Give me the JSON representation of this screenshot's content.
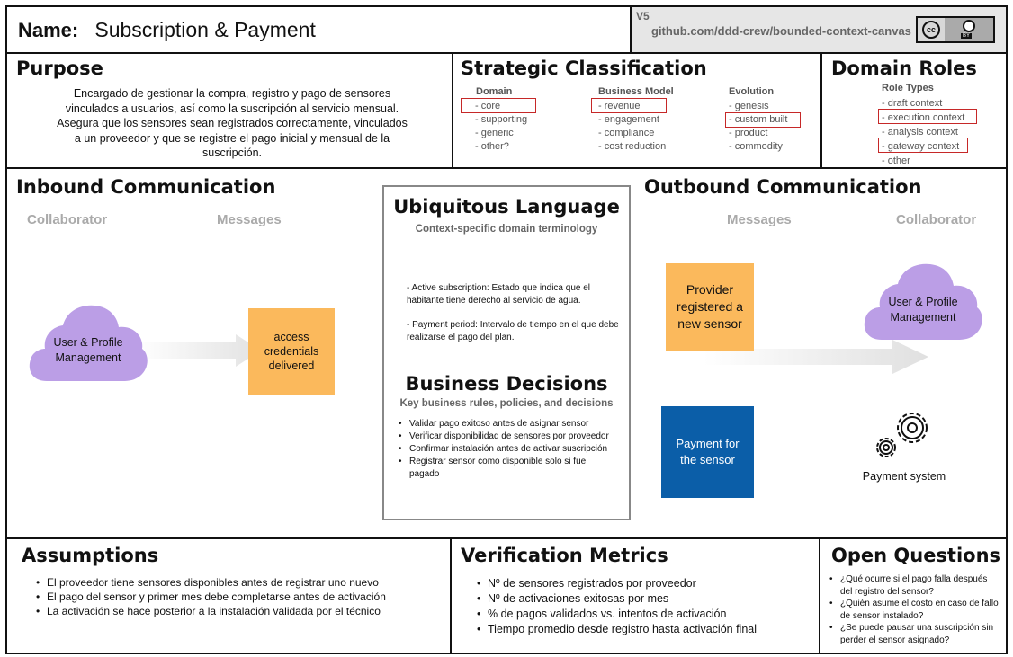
{
  "header": {
    "name_label": "Name:",
    "name_value": "Subscription & Payment",
    "version": "V5",
    "github": "github.com/ddd-crew/bounded-context-canvas",
    "license_cc": "cc",
    "license_by": "BY"
  },
  "purpose": {
    "title": "Purpose",
    "text": "Encargado de gestionar la compra, registro y pago de sensores vinculados a usuarios, así como la suscripción al servicio mensual. Asegura que los sensores sean registrados correctamente, vinculados a un proveedor y que se registre el pago inicial y mensual de la suscripción."
  },
  "strategic": {
    "title": "Strategic Classification",
    "domain_head": "Domain",
    "domain_items": [
      "- core",
      "- supporting",
      "- generic",
      "- other?"
    ],
    "business_head": "Business Model",
    "business_items": [
      "- revenue",
      "- engagement",
      "- compliance",
      "- cost reduction"
    ],
    "evolution_head": "Evolution",
    "evolution_items": [
      "- genesis",
      "- custom built",
      "- product",
      "- commodity"
    ]
  },
  "roles": {
    "title": "Domain Roles",
    "head": "Role Types",
    "items": [
      "- draft context",
      "- execution context",
      "- analysis context",
      "- gateway context",
      "- other"
    ]
  },
  "inbound": {
    "title": "Inbound Communication",
    "col_collaborator": "Collaborator",
    "col_messages": "Messages",
    "collaborator": "User & Profile Management",
    "message": "access credentials delivered"
  },
  "ubiquitous": {
    "title": "Ubiquitous Language",
    "subtitle": "Context-specific domain terminology",
    "terms": [
      "- Active subscription:  Estado que indica que el habitante tiene derecho al servicio de agua.",
      "- Payment period:  Intervalo de tiempo en el que debe realizarse el pago del plan."
    ]
  },
  "decisions": {
    "title": "Business Decisions",
    "subtitle": "Key business rules, policies, and decisions",
    "items": [
      "Validar pago exitoso antes de asignar sensor",
      "Verificar disponibilidad de sensores por proveedor",
      "Confirmar instalación antes de activar suscripción",
      "Registrar sensor como disponible solo si fue pagado"
    ]
  },
  "outbound": {
    "title": "Outbound Communication",
    "col_messages": "Messages",
    "col_collaborator": "Collaborator",
    "message1": "Provider registered a new sensor",
    "collaborator1": "User & Profile Management",
    "message2": "Payment for the sensor",
    "collaborator2": "Payment system"
  },
  "assumptions": {
    "title": "Assumptions",
    "items": [
      "El proveedor tiene sensores disponibles antes de registrar uno nuevo",
      "El pago del sensor y primer mes debe completarse antes de activación",
      "La activación se hace posterior a la instalación validada por el técnico"
    ]
  },
  "metrics": {
    "title": "Verification Metrics",
    "items": [
      "Nº de sensores registrados por proveedor",
      "Nº de activaciones exitosas por mes",
      "% de pagos validados vs. intentos de activación",
      "Tiempo promedio desde registro hasta activación final"
    ]
  },
  "questions": {
    "title": "Open Questions",
    "items": [
      "¿Qué ocurre si el pago falla después del registro del sensor?",
      "¿Quién asume el costo en caso de fallo de sensor instalado?",
      "¿Se puede pausar una suscripción sin perder el sensor asignado?"
    ]
  },
  "colors": {
    "sticky_orange": "#fbb95c",
    "sticky_blue": "#0b5ea8",
    "cloud_purple": "#bb9ee6",
    "redbox": "#c62828",
    "header_gray": "#e6e6e6"
  },
  "icons": [
    "cloud-icon",
    "gears-icon",
    "cc-license-icon",
    "arrow-right-icon"
  ]
}
